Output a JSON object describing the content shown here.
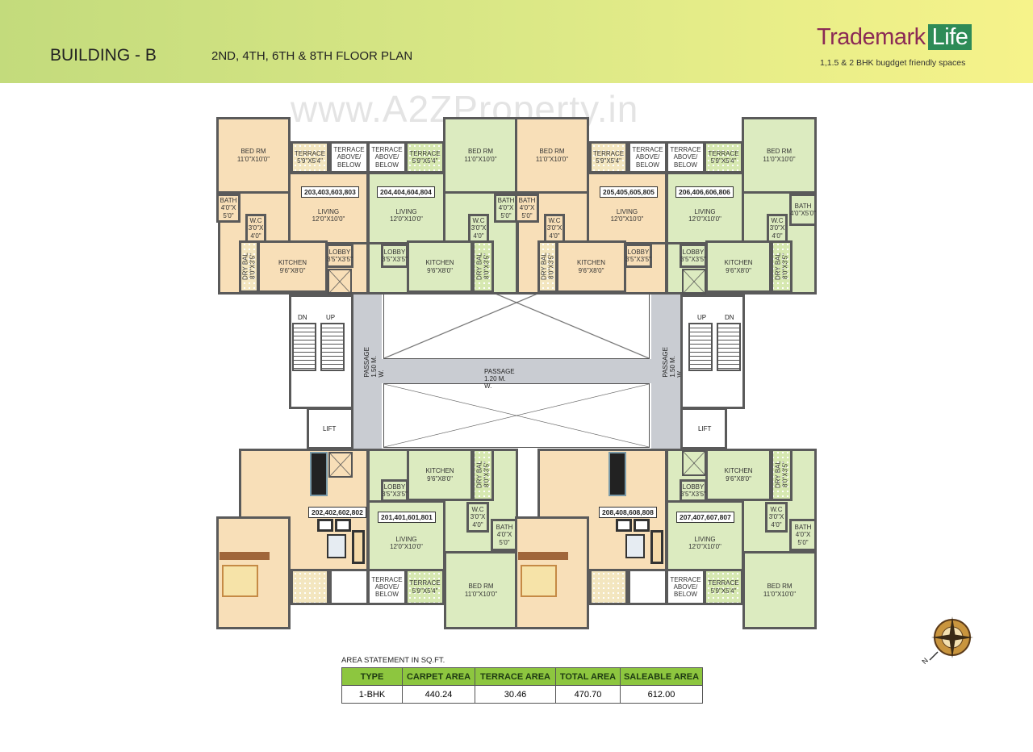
{
  "header": {
    "building": "BUILDING - B",
    "floor_plan": "2ND, 4TH, 6TH & 8TH FLOOR PLAN",
    "logo_main": "Trademark",
    "logo_accent": "Life",
    "tagline": "1,1.5 & 2 BHK bugdget friendly spaces"
  },
  "watermark": "www.A2ZProperty.in",
  "units": [
    {
      "number": "203,403,603,803",
      "bed": {
        "name": "BED RM",
        "dim": "11'0\"X10'0\""
      },
      "terrace": {
        "name": "TERRACE",
        "dim": "5'9\"X5'4\""
      },
      "terrace_ab": "TERRACE ABOVE/ BELOW",
      "living": {
        "name": "LIVING",
        "dim": "12'0\"X10'0\""
      },
      "bath": {
        "name": "BATH",
        "dim": "4'0\"X 5'0\""
      },
      "wc": {
        "name": "W.C",
        "dim": "3'0\"X 4'0\""
      },
      "kitchen": {
        "name": "KITCHEN",
        "dim": "9'6\"X8'0\""
      },
      "dry_bal": {
        "name": "DRY BAL",
        "dim": "8'0\"X3'5\""
      },
      "lobby": {
        "name": "LOBBY",
        "dim": "3'5\"X3'5\""
      }
    },
    {
      "number": "204,404,604,804",
      "bed": {
        "name": "BED RM",
        "dim": "11'0\"X10'0\""
      },
      "terrace": {
        "name": "TERRACE",
        "dim": "5'9\"X5'4\""
      },
      "terrace_ab": "TERRACE ABOVE/ BELOW",
      "living": {
        "name": "LIVING",
        "dim": "12'0\"X10'0\""
      },
      "bath": {
        "name": "BATH",
        "dim": "4'0\"X 5'0\""
      },
      "wc": {
        "name": "W.C",
        "dim": "3'0\"X 4'0\""
      },
      "kitchen": {
        "name": "KITCHEN",
        "dim": "9'6\"X8'0\""
      },
      "dry_bal": {
        "name": "DRY BAL",
        "dim": "8'0\"X3'5\""
      },
      "lobby": {
        "name": "LOBBY",
        "dim": "3'5\"X3'5\""
      }
    },
    {
      "number": "205,405,605,805",
      "bed": {
        "name": "BED RM",
        "dim": "11'0\"X10'0\""
      },
      "terrace": {
        "name": "TERRACE",
        "dim": "5'9\"X5'4\""
      },
      "terrace_ab": "TERRACE ABOVE/ BELOW",
      "living": {
        "name": "LIVING",
        "dim": "12'0\"X10'0\""
      },
      "bath": {
        "name": "BATH",
        "dim": "4'0\"X 5'0\""
      },
      "wc": {
        "name": "W.C",
        "dim": "3'0\"X 4'0\""
      },
      "kitchen": {
        "name": "KITCHEN",
        "dim": "9'6\"X8'0\""
      },
      "dry_bal": {
        "name": "DRY BAL",
        "dim": "8'0\"X3'5\""
      },
      "lobby": {
        "name": "LOBBY",
        "dim": "3'5\"X3'5\""
      }
    },
    {
      "number": "206,406,606,806",
      "bed": {
        "name": "BED RM",
        "dim": "11'0\"X10'0\""
      },
      "terrace": {
        "name": "TERRACE",
        "dim": "5'9\"X5'4\""
      },
      "terrace_ab": "TERRACE ABOVE/ BELOW",
      "living": {
        "name": "LIVING",
        "dim": "12'0\"X10'0\""
      },
      "bath": {
        "name": "BATH",
        "dim": "4'0\"X5'0\""
      },
      "wc": {
        "name": "W.C",
        "dim": "3'0\"X 4'0\""
      },
      "kitchen": {
        "name": "KITCHEN",
        "dim": "9'6\"X8'0\""
      },
      "dry_bal": {
        "name": "DRY BAL",
        "dim": "8'0\"X3'5\""
      },
      "lobby": {
        "name": "LOBBY",
        "dim": "3'5\"X3'5\""
      }
    },
    {
      "number": "202,402,602,802"
    },
    {
      "number": "201,401,601,801",
      "bed": {
        "name": "BED RM",
        "dim": "11'0\"X10'0\""
      },
      "terrace": {
        "name": "TERRACE",
        "dim": "5'9\"X5'4\""
      },
      "terrace_ab": "TERRACE ABOVE/ BELOW",
      "living": {
        "name": "LIVING",
        "dim": "12'0\"X10'0\""
      },
      "bath": {
        "name": "BATH",
        "dim": "4'0\"X 5'0\""
      },
      "wc": {
        "name": "W.C",
        "dim": "3'0\"X 4'0\""
      },
      "kitchen": {
        "name": "KITCHEN",
        "dim": "9'6\"X8'0\""
      },
      "dry_bal": {
        "name": "DRY BAL",
        "dim": "8'0\"X3'5\""
      },
      "lobby": {
        "name": "LOBBY",
        "dim": "3'5\"X3'5\""
      }
    },
    {
      "number": "208,408,608,808"
    },
    {
      "number": "207,407,607,807",
      "bed": {
        "name": "BED RM",
        "dim": "11'0\"X10'0\""
      },
      "terrace": {
        "name": "TERRACE",
        "dim": "5'9\"X5'4\""
      },
      "terrace_ab": "TERRACE ABOVE/ BELOW",
      "living": {
        "name": "LIVING",
        "dim": "12'0\"X10'0\""
      },
      "bath": {
        "name": "BATH",
        "dim": "4'0\"X 5'0\""
      },
      "wc": {
        "name": "W.C",
        "dim": "3'0\"X 4'0\""
      },
      "kitchen": {
        "name": "KITCHEN",
        "dim": "9'6\"X8'0\""
      },
      "dry_bal": {
        "name": "DRY BAL",
        "dim": "8'0\"X3'5\""
      },
      "lobby": {
        "name": "LOBBY",
        "dim": "3'5\"X3'5\""
      }
    }
  ],
  "core": {
    "passage_h": "PASSAGE 1.20 M. W.",
    "passage_v": "PASSAGE 1.50 M. W.",
    "lift": "LIFT",
    "down": "DN",
    "up": "UP"
  },
  "compass": {
    "north": "N"
  },
  "area_table": {
    "caption": "AREA STATEMENT IN SQ.FT.",
    "columns": [
      "TYPE",
      "CARPET AREA",
      "TERRACE AREA",
      "TOTAL AREA",
      "SALEABLE AREA"
    ],
    "rows": [
      [
        "1-BHK",
        "440.24",
        "30.46",
        "470.70",
        "612.00"
      ]
    ]
  },
  "colors": {
    "unit_tan": "#f8dfb8",
    "unit_green": "#dcebc0",
    "header_green": "#8dc63f",
    "logo_maroon": "#8b2a55",
    "logo_green": "#2e8b57"
  }
}
